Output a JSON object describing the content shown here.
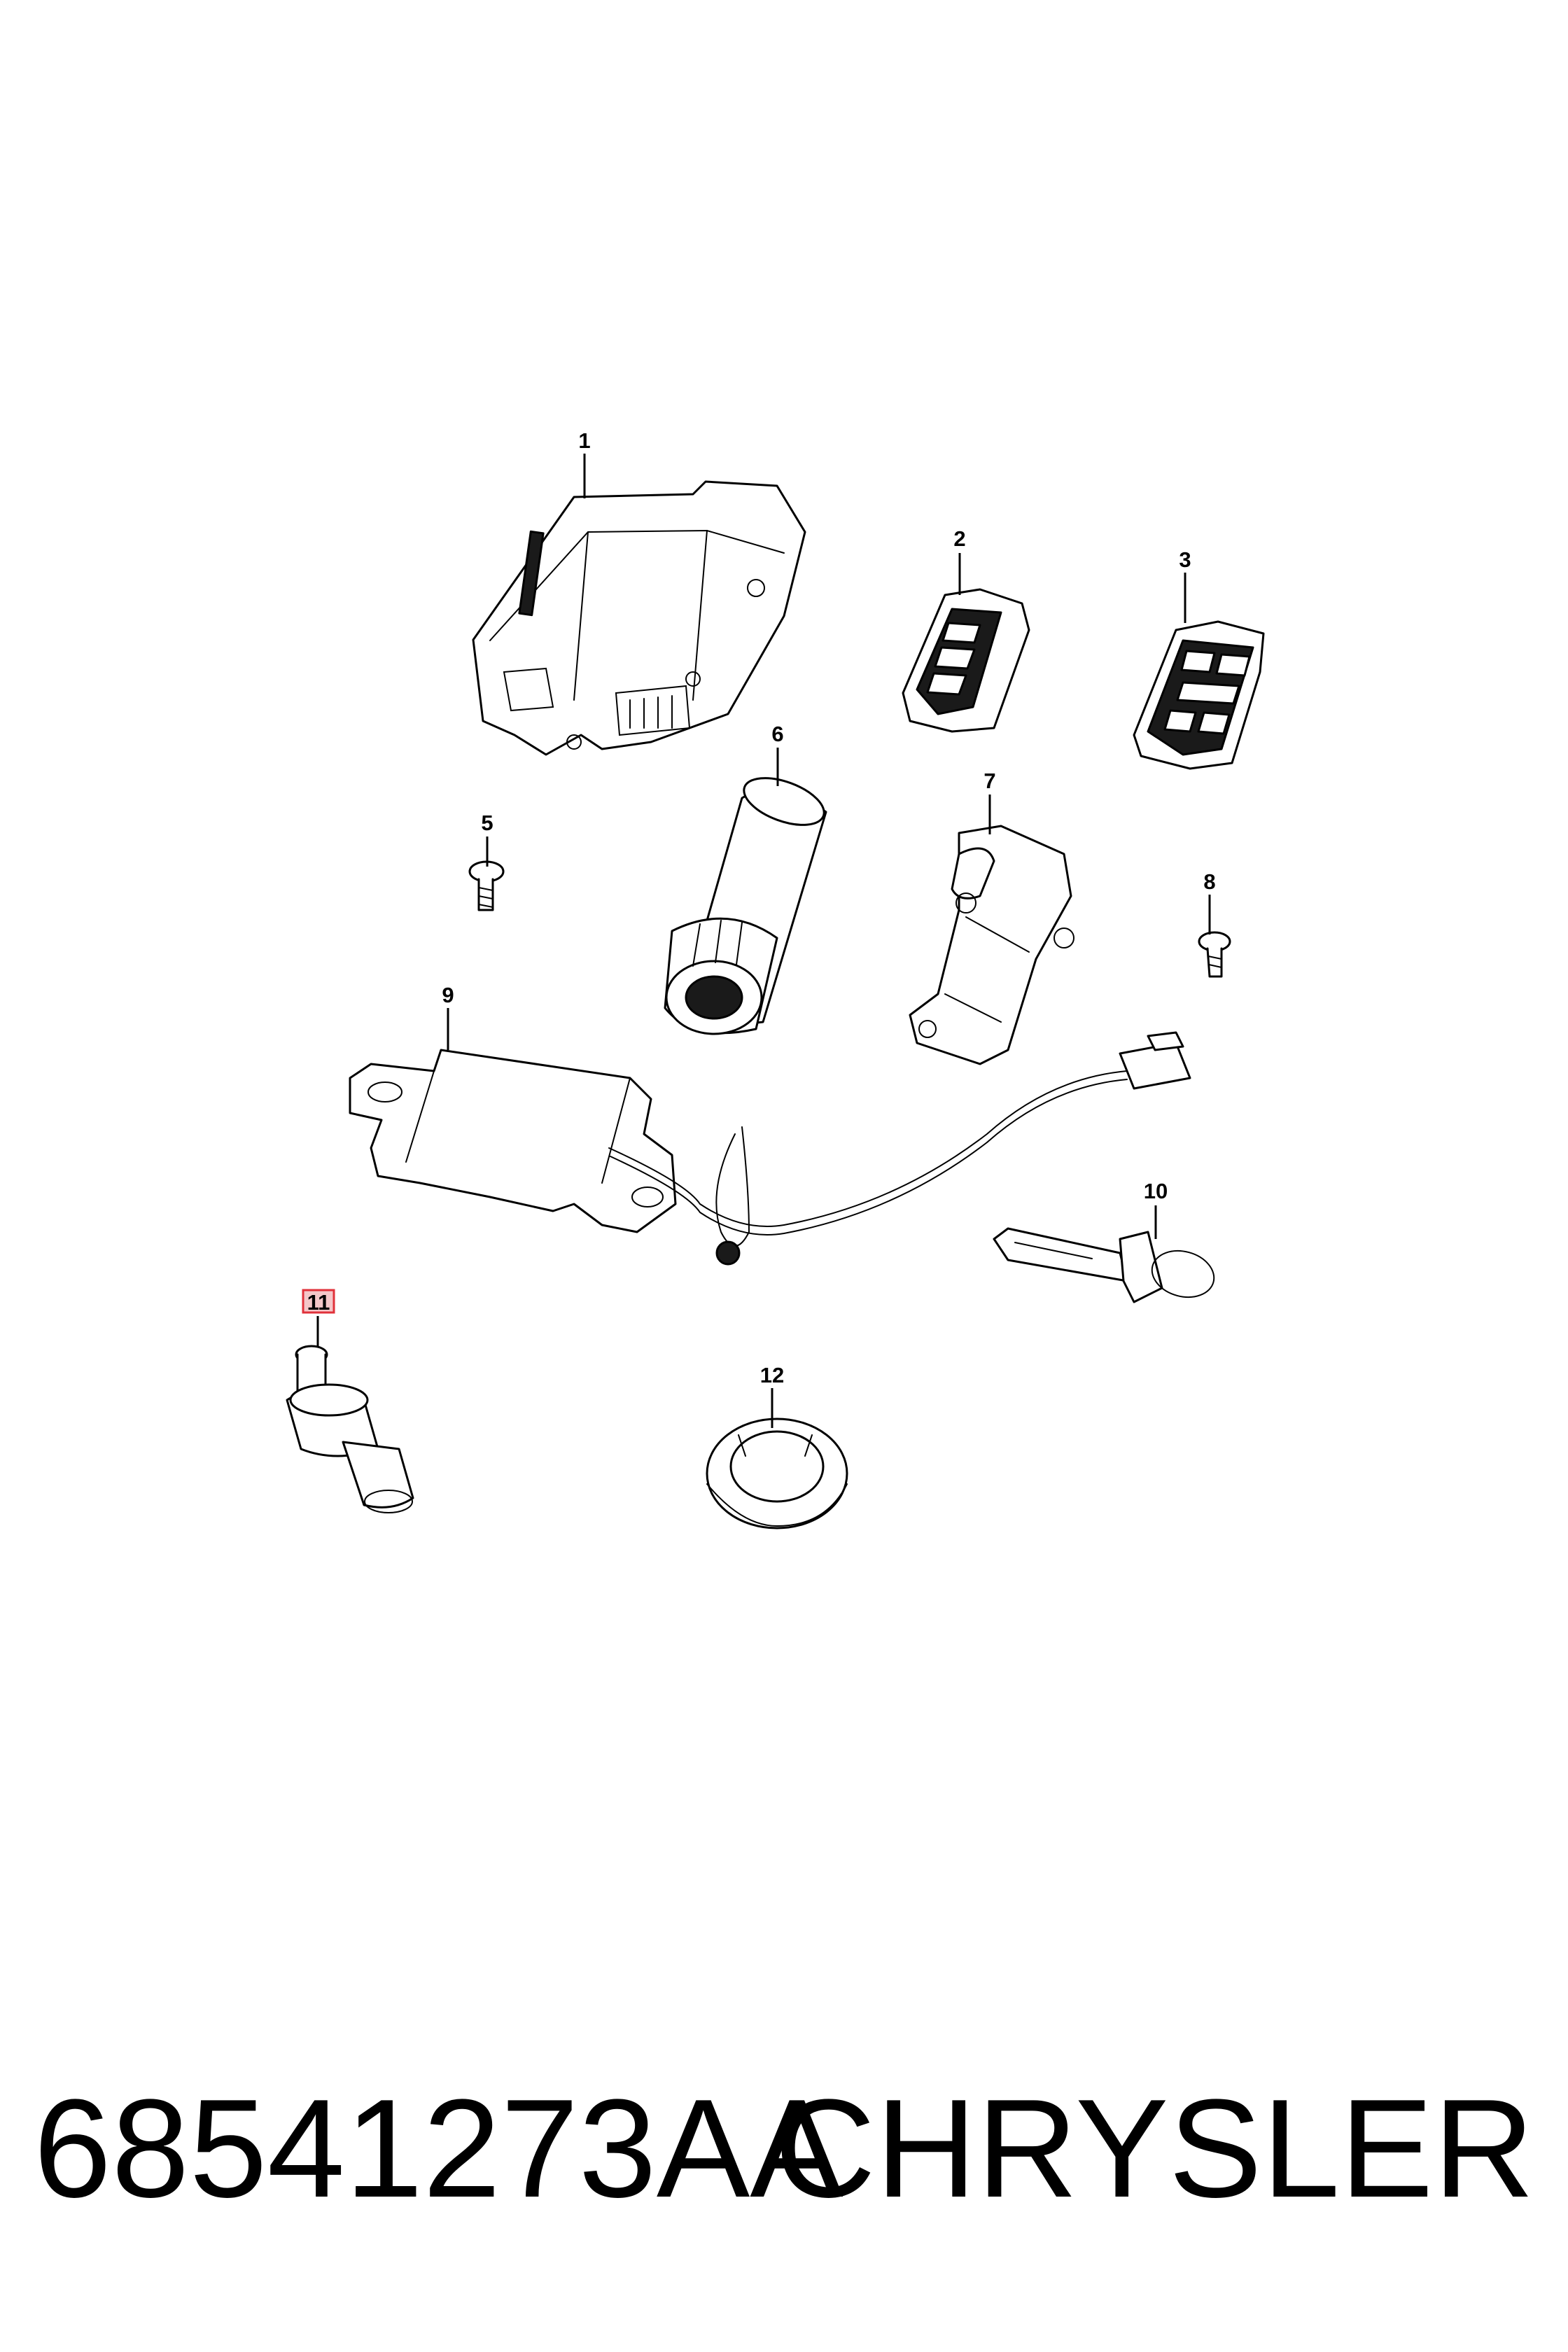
{
  "diagram": {
    "highlight_color": "#e0313a",
    "callouts": [
      {
        "id": "1",
        "highlighted": false
      },
      {
        "id": "2",
        "highlighted": false
      },
      {
        "id": "3",
        "highlighted": false
      },
      {
        "id": "5",
        "highlighted": false
      },
      {
        "id": "6",
        "highlighted": false
      },
      {
        "id": "7",
        "highlighted": false
      },
      {
        "id": "8",
        "highlighted": false
      },
      {
        "id": "9",
        "highlighted": false
      },
      {
        "id": "10",
        "highlighted": false
      },
      {
        "id": "11",
        "highlighted": true
      },
      {
        "id": "12",
        "highlighted": false
      }
    ]
  },
  "caption": {
    "part_number": "68541273AA",
    "brand": "CHRYSLER"
  }
}
